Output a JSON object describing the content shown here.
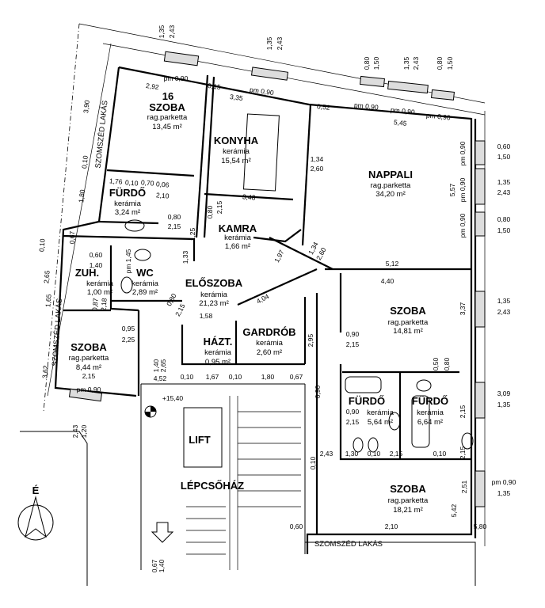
{
  "rooms": [
    {
      "number": "16",
      "name": "SZOBA",
      "floor": "rag.parketta",
      "area": "13,45 m²"
    },
    {
      "name": "KONYHA",
      "floor": "kerámia",
      "area": "15,54 m²"
    },
    {
      "name": "NAPPALI",
      "floor": "rag.parketta",
      "area": "34,20 m²"
    },
    {
      "name": "FÜRDŐ",
      "floor": "kerámia",
      "area": "3,24 m²"
    },
    {
      "name": "KAMRA",
      "floor": "kerámia",
      "area": "1,66 m²"
    },
    {
      "name": "ZUH.",
      "floor": "kerámia",
      "area": "1,00 m²"
    },
    {
      "name": "WC",
      "floor": "kerámia",
      "area": "2,89 m²"
    },
    {
      "name": "ELŐSZOBA",
      "floor": "kerámia",
      "area": "21,23 m²"
    },
    {
      "name": "SZOBA",
      "floor": "rag.parketta",
      "area": "8,44 m²"
    },
    {
      "name": "HÁZT.",
      "floor": "kerámia",
      "area": "0,95 m²"
    },
    {
      "name": "GARDRÓB",
      "floor": "kerámia",
      "area": "2,60 m²"
    },
    {
      "name": "SZOBA",
      "floor": "rag.parketta",
      "area": "14,81 m²"
    },
    {
      "name": "FÜRDŐ",
      "floor": "kerámia",
      "area": "5,64 m²"
    },
    {
      "name": "FÜRDŐ",
      "floor": "kerámia",
      "area": "6,64 m²"
    },
    {
      "name": "SZOBA",
      "floor": "rag.parketta",
      "area": "18,21 m²"
    }
  ],
  "labels": {
    "lift": "LIFT",
    "stair": "LÉPCSŐHÁZ",
    "neighbor": "SZOMSZÉD LAKÁS",
    "north": "É",
    "level": "+15,40"
  },
  "dims": [
    "1,35",
    "2,43",
    "pm 0,90",
    "2,92",
    "0,15",
    "3,35",
    "1,35",
    "2,43",
    "pm 0,90",
    "0,80",
    "1,50",
    "1,35",
    "2,43",
    "0,80",
    "1,50",
    "pm 0,90",
    "pm 0,90",
    "pm 0,90",
    "0,52",
    "5,45",
    "3,90",
    "0,10",
    "1,80",
    "1,76",
    "0,10",
    "0,70",
    "0,06",
    "2,10",
    "3,48",
    "1,34",
    "2,60",
    "0,60",
    "1,50",
    "1,35",
    "2,43",
    "0,80",
    "1,50",
    "pm 0,90",
    "pm 0,90",
    "pm 0,90",
    "5,57",
    "0,80",
    "2,15",
    "0,80",
    "2,15",
    "1,25",
    "0,67",
    "1,97",
    "1,34",
    "2,60",
    "5,12",
    "4,40",
    "0,60",
    "1,40",
    "pm 1,45",
    "1,33",
    "0,87",
    "2,18",
    "0,80",
    "2,15",
    "4,04",
    "1,58",
    "0,95",
    "2,25",
    "1,40",
    "2,65",
    "2,95",
    "0,90",
    "2,15",
    "3,37",
    "1,35",
    "2,43",
    "4,52",
    "0,10",
    "1,67",
    "0,10",
    "1,80",
    "0,67",
    "2,15",
    "pm 0,90",
    "0,90",
    "2,15",
    "0,90",
    "2,15",
    "3,09",
    "1,35",
    "2,43",
    "1,30",
    "0,10",
    "2,15",
    "0,10",
    "2,15",
    "0,10",
    "5,42",
    "2,51",
    "pm 0,90",
    "1,35",
    "2,43",
    "1,20",
    "2,10",
    "5,80",
    "0,60",
    "0,67",
    "1,40",
    "2,65",
    "0,10",
    "1,65",
    "3,62",
    "0,50",
    "0,80",
    "0,90"
  ]
}
